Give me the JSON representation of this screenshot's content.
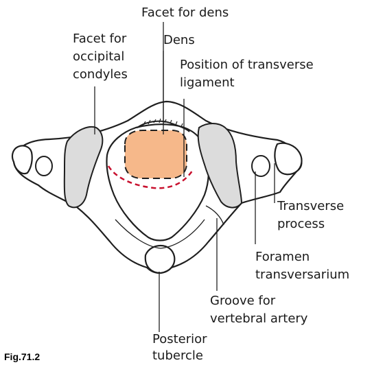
{
  "labels": {
    "facet_for_dens": "Facet for dens",
    "dens": "Dens",
    "facet_occipital": [
      "Facet for",
      "occipital",
      "condyles"
    ],
    "transverse_ligament": [
      "Position of transverse",
      "ligament"
    ],
    "transverse_process": [
      "Transverse",
      "process"
    ],
    "foramen": [
      "Foramen",
      "transversarium"
    ],
    "groove": [
      "Groove for",
      "vertebral artery"
    ],
    "posterior_tubercle": [
      "Posterior",
      "tubercle"
    ]
  },
  "figure_label": "Fig.71.2",
  "colors": {
    "dens_fill": "#f6b88a",
    "ligament_dash": "#c8102e",
    "facet_fill": "#dcdcdc"
  }
}
